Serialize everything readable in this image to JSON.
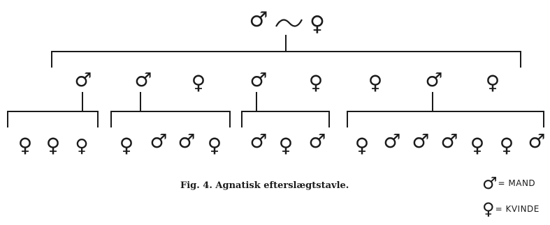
{
  "couple": {
    "male_symbol": "♂",
    "link_symbol": "∼",
    "female_symbol": "♀"
  },
  "tree": {
    "children": [
      {
        "symbol": "♂",
        "children": [
          "♀",
          "♀",
          "♀"
        ]
      },
      {
        "symbol": "♂",
        "sibling": "♀",
        "children": [
          "♀",
          "♂",
          "♂",
          "♀"
        ]
      },
      {
        "symbol": "♂",
        "sibling": "♀",
        "children": [
          "♂",
          "♀",
          "♂"
        ]
      },
      {
        "symbol": "♂",
        "sibling_left": "♀",
        "sibling_right": "♀",
        "children": [
          "♀",
          "♂",
          "♂",
          "♂",
          "♀",
          "♀",
          "♂"
        ]
      }
    ]
  },
  "caption": "Fig. 4. Agnatisk efterslægtstavle.",
  "legend": [
    {
      "symbol": "♂",
      "text": "= MAND"
    },
    {
      "symbol": "♀",
      "text": "= KVINDE"
    }
  ]
}
